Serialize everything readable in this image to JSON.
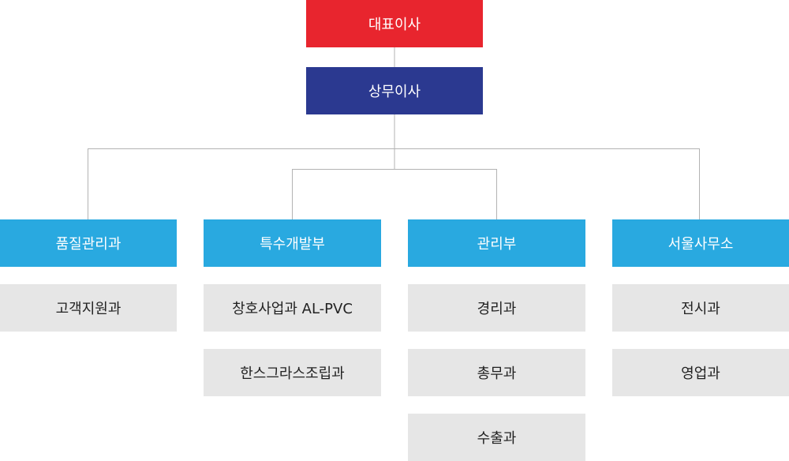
{
  "colors": {
    "ceo": "#e8252e",
    "executive": "#2b3990",
    "department": "#29a9e0",
    "team": "#e6e6e6",
    "connector": "#b3b3b3"
  },
  "ceo": {
    "label": "대표이사"
  },
  "executive": {
    "label": "상무이사"
  },
  "departments": [
    {
      "label": "품질관리과",
      "teams": [
        "고객지원과"
      ]
    },
    {
      "label": "특수개발부",
      "teams": [
        "창호사업과 AL-PVC",
        "한스그라스조립과"
      ]
    },
    {
      "label": "관리부",
      "teams": [
        "경리과",
        "총무과",
        "수출과"
      ]
    },
    {
      "label": "서울사무소",
      "teams": [
        "전시과",
        "영업과"
      ]
    }
  ]
}
